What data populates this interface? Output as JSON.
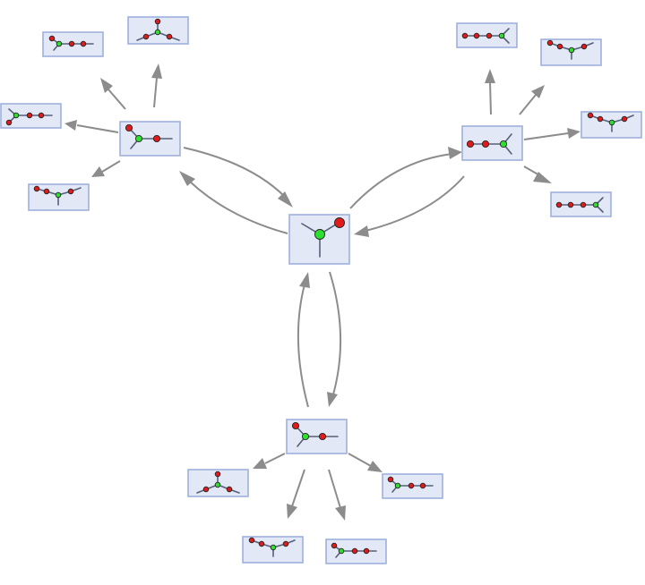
{
  "colors": {
    "node_fill": "#e3e8f6",
    "node_border": "#9fb0de",
    "edge": "#8c8c8c",
    "bond": "#55607a",
    "atom_red": "#e01b1b",
    "atom_green": "#2ee02e"
  },
  "nodes": {
    "center": "center-state",
    "left_hub": "left-hub-state",
    "right_hub": "right-hub-state",
    "bottom_hub": "bottom-hub-state"
  }
}
